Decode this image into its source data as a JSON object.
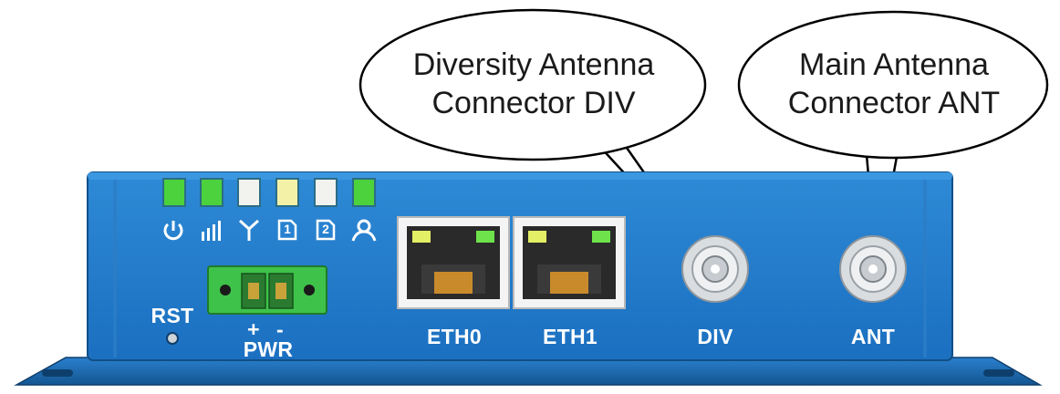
{
  "callouts": {
    "div": {
      "line1": "Diversity Antenna",
      "line2": "Connector DIV"
    },
    "ant": {
      "line1": "Main Antenna",
      "line2": "Connector ANT"
    }
  },
  "panel": {
    "rst_label": "RST",
    "pwr_label": "PWR",
    "pwr_plus": "+",
    "pwr_minus": "-",
    "eth0_label": "ETH0",
    "eth1_label": "ETH1",
    "div_label": "DIV",
    "ant_label": "ANT"
  },
  "leds": [
    {
      "name": "power",
      "icon": "power-icon",
      "color": "#4bd23c"
    },
    {
      "name": "signal",
      "icon": "signal-bars-icon",
      "color": "#4bd23c"
    },
    {
      "name": "antenna",
      "icon": "antenna-icon",
      "color": "#f2f2ee"
    },
    {
      "name": "sim1",
      "icon": "sim-1-icon",
      "sim": "1",
      "color": "#f3f1a8"
    },
    {
      "name": "sim2",
      "icon": "sim-2-icon",
      "sim": "2",
      "color": "#f2f2ee"
    },
    {
      "name": "user",
      "icon": "user-icon",
      "color": "#4bd23c"
    }
  ],
  "colors": {
    "body_blue": "#1f78c8",
    "body_dark": "#165a9a",
    "terminal_green": "#3fc24a",
    "led_green": "#4bd23c"
  }
}
